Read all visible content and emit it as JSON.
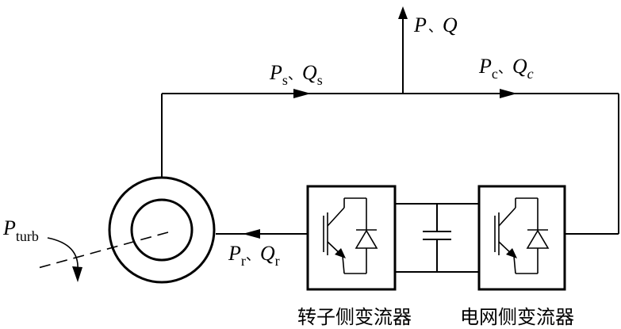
{
  "labels": {
    "pq_total": {
      "p": "P",
      "sep": "、",
      "q": "Q"
    },
    "pq_stator": {
      "p": "P",
      "p_sub": "s",
      "sep": "、",
      "q": "Q",
      "q_sub": "s"
    },
    "pq_conv": {
      "p": "P",
      "p_sub": "c",
      "sep": "、",
      "q": "Q",
      "q_sub": "c"
    },
    "pq_rotor": {
      "p": "P",
      "p_sub": "r",
      "sep": "、",
      "q": "Q",
      "q_sub": "r"
    },
    "p_turb": {
      "p": "P",
      "sub": "turb"
    }
  },
  "captions": {
    "rotor_converter": "转子侧变流器",
    "grid_converter": "电网侧变流器"
  }
}
